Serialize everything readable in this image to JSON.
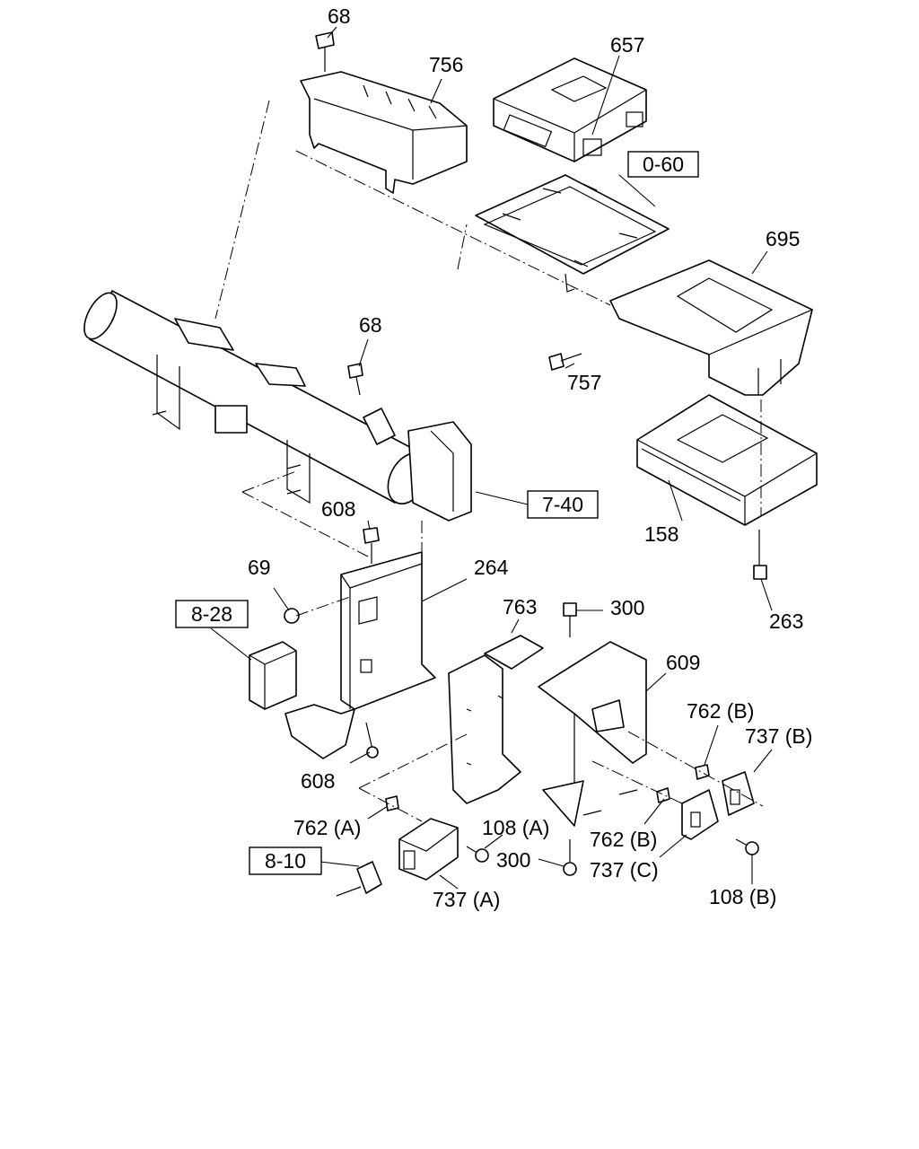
{
  "labels": {
    "p68a": "68",
    "p756": "756",
    "p657": "657",
    "p695": "695",
    "p757": "757",
    "p68b": "68",
    "p158": "158",
    "p263": "263",
    "p608a": "608",
    "p69": "69",
    "p264": "264",
    "p763": "763",
    "p300a": "300",
    "p609": "609",
    "p762b1": "762 (B)",
    "p737b": "737 (B)",
    "p608b": "608",
    "p762a": "762 (A)",
    "p108a": "108 (A)",
    "p300b": "300",
    "p762b2": "762 (B)",
    "p737c": "737 (C)",
    "p108b": "108 (B)",
    "p737a": "737 (A)"
  },
  "refs": {
    "r060": "0-60",
    "r740": "7-40",
    "r828": "8-28",
    "r810": "8-10"
  }
}
